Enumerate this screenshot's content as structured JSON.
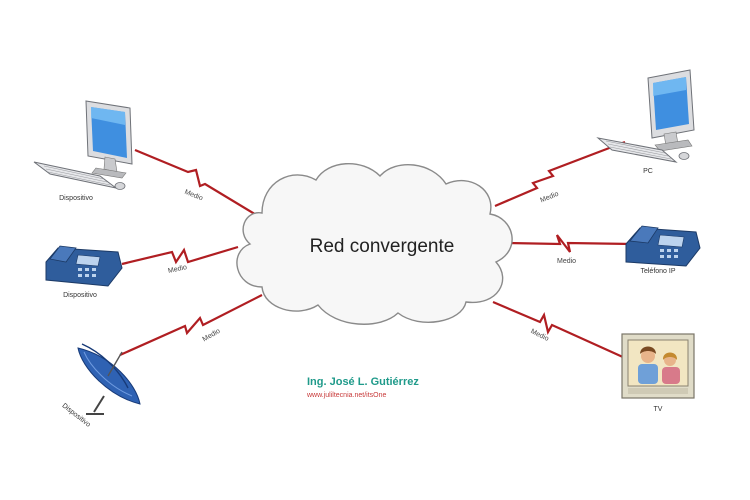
{
  "title": "Red convergente",
  "author": "Ing. José L. Gutiérrez",
  "url": "www.juliltecnia.net/itsOne",
  "colors": {
    "link": "#b01e22",
    "cloud_fill": "#f7f7f7",
    "cloud_stroke": "#8a8a8a",
    "device_blue": "#2f5d9c",
    "author_text": "#1f9a8a",
    "url_text": "#c83a3a"
  },
  "devices": [
    {
      "id": "left-computer",
      "icon": "desktop-computer-icon",
      "label": "Dispositivo"
    },
    {
      "id": "left-phone",
      "icon": "ip-phone-icon",
      "label": "Dispositivo"
    },
    {
      "id": "left-satellite",
      "icon": "satellite-dish-icon",
      "label": "Dispositivo"
    },
    {
      "id": "right-computer",
      "icon": "desktop-computer-icon",
      "label": "PC"
    },
    {
      "id": "right-phone",
      "icon": "ip-phone-icon",
      "label": "Teléfono IP"
    },
    {
      "id": "right-tv",
      "icon": "television-icon",
      "label": "TV"
    }
  ],
  "links": [
    {
      "label": "Medio"
    },
    {
      "label": "Medio"
    },
    {
      "label": "Medio"
    },
    {
      "label": "Medio"
    },
    {
      "label": "Medio"
    },
    {
      "label": "Medio"
    }
  ]
}
